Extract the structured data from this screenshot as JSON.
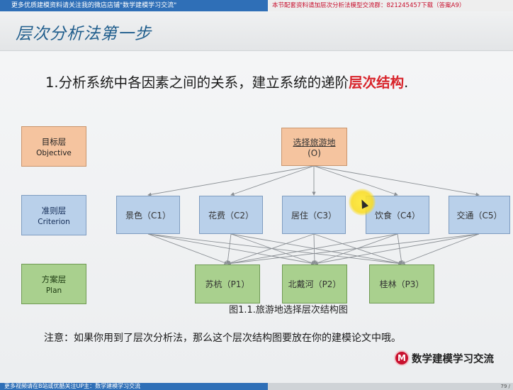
{
  "banner": {
    "left_text": "更多优质建模资料请关注我的微店店铺\"数学建模学习交流\"",
    "right_text": "本节配套资料请加层次分析法模型交流群：821245457下载（答案A9）"
  },
  "slide": {
    "title": "层次分析法第一步",
    "subtitle_prefix": "1.分析系统中各因素之间的关系，建立系统的递阶",
    "subtitle_highlight": "层次结构",
    "subtitle_suffix": "."
  },
  "levels": [
    {
      "zh": "目标层",
      "en": "Objective"
    },
    {
      "zh": "准则层",
      "en": "Criterion"
    },
    {
      "zh": "方案层",
      "en": "Plan"
    }
  ],
  "objective": {
    "label": "选择旅游地",
    "code": "(O)"
  },
  "criteria": [
    "景色（C1）",
    "花费（C2）",
    "居住（C3）",
    "饮食（C4）",
    "交通（C5）"
  ],
  "plans": [
    "苏杭（P1）",
    "北戴河（P2）",
    "桂林（P3）"
  ],
  "caption": "图1.1.旅游地选择层次结构图",
  "note": "注意：如果你用到了层次分析法，那么这个层次结构图要放在你的建模论文中哦。",
  "brand": {
    "logo_letter": "M",
    "name": "数学建模学习交流"
  },
  "bottom": {
    "left_text": "更多视频请在B站或优酷关注UP主：数学建模学习交流",
    "page": "79 /"
  },
  "colors": {
    "objective": "#f5c49f",
    "criterion": "#b9d0ea",
    "plan": "#a9d08e",
    "highlight": "#d8232a",
    "title": "#1f5d8c"
  }
}
